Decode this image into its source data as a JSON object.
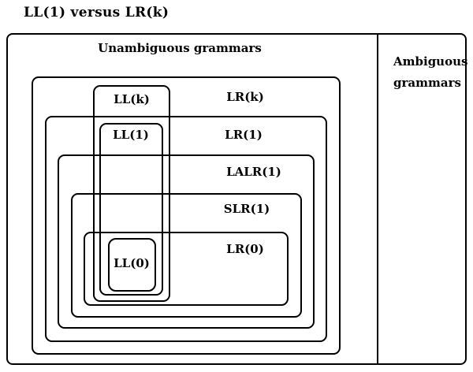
{
  "title": "LL(1) versus LR(k)",
  "regions": {
    "unambiguous": "Unambiguous grammars",
    "ambiguous_lines": [
      "Ambiguous",
      "grammars"
    ]
  },
  "sets": {
    "lr_k": "LR(k)",
    "lr_1": "LR(1)",
    "lalr_1": "LALR(1)",
    "slr_1": "SLR(1)",
    "lr_0": "LR(0)",
    "ll_k": "LL(k)",
    "ll_1": "LL(1)",
    "ll_0": "LL(0)"
  },
  "colors": {
    "line": "#000000",
    "background": "#ffffff",
    "text": "#000000"
  }
}
